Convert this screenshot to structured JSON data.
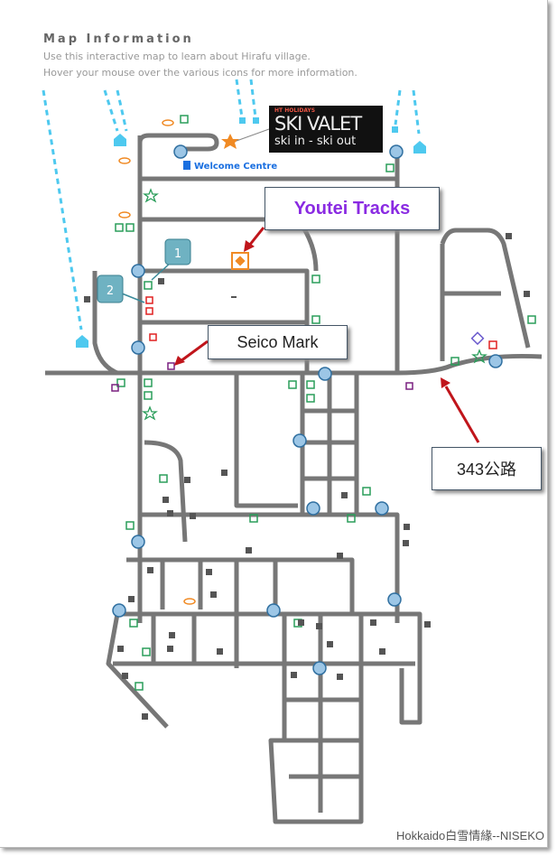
{
  "header": {
    "title": "Map Information",
    "line1": "Use this interactive map to learn about Hirafu village.",
    "line2": "Hover your mouse over the various icons for more information."
  },
  "logo": {
    "brand": "HT HOLIDAYS",
    "name": "SKI VALET",
    "tagline": "ski in - ski out"
  },
  "map": {
    "welcome_centre": "Welcome Centre",
    "markers": [
      "1",
      "2"
    ]
  },
  "callouts": {
    "youtei": "Youtei Tracks",
    "seico": "Seico Mark",
    "route": "343公路"
  },
  "colors": {
    "callout_purple": "#8a2be2",
    "arrow": "#c0151b",
    "road": "#777777",
    "lift": "#4ec9ef"
  },
  "footer": "Hokkaido白雪情緣--NISEKO"
}
